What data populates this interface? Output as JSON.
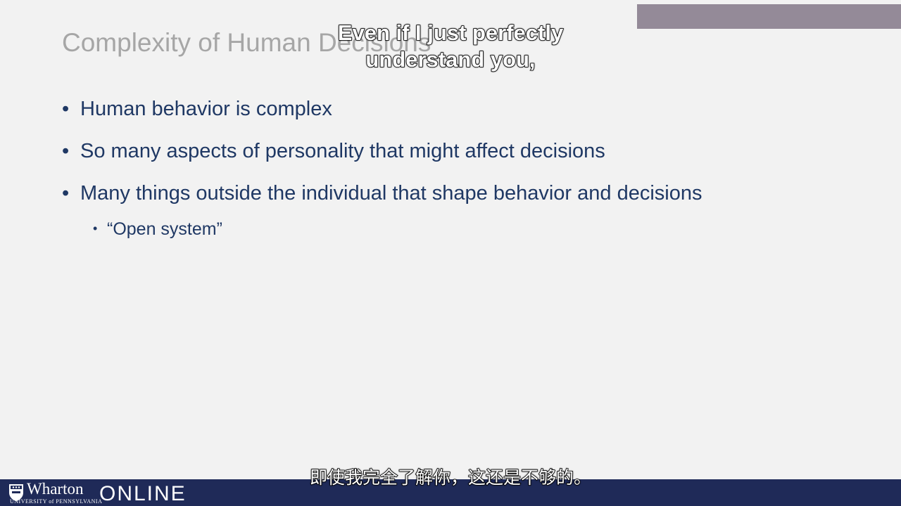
{
  "slide": {
    "title": "Complexity of Human Decisions",
    "bullets": [
      {
        "text": "Human behavior is complex",
        "level": 1
      },
      {
        "text": "So many aspects of personality that might affect decisions",
        "level": 1
      },
      {
        "text": "Many things outside the individual that shape behavior and decisions",
        "level": 1
      },
      {
        "text": "“Open system”",
        "level": 2
      }
    ]
  },
  "captions": {
    "english": "Even if I just perfectly understand you,",
    "chinese": "即使我完全了解你，这还是不够的。"
  },
  "footer": {
    "logo_word": "Wharton",
    "logo_sub": "UNIVERSITY of PENNSYLVANIA",
    "logo_online": "ONLINE"
  },
  "colors": {
    "background": "#f2f2f2",
    "title": "#a6a6a6",
    "bullet_text": "#1f3864",
    "corner_bar": "#948a98",
    "footer": "#1f2a58"
  }
}
